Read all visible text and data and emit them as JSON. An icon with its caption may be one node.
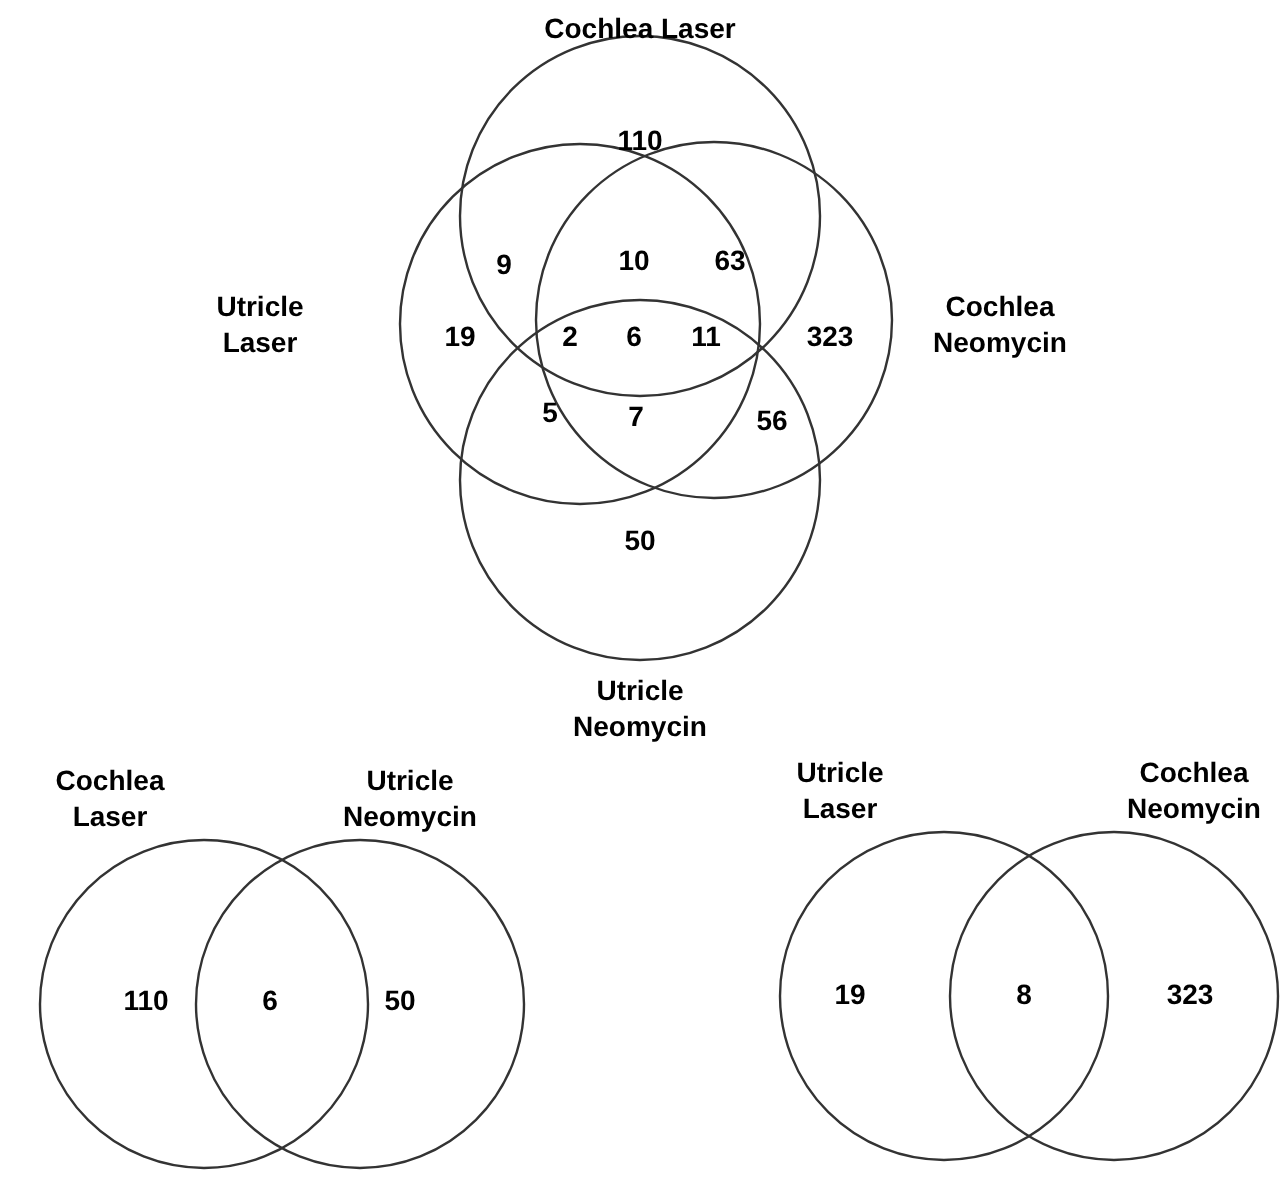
{
  "diagram": {
    "nodes": [
      {
        "text": [
          "Cochlea Laser"
        ]
      },
      {
        "text": [
          "Utricle Laser"
        ]
      },
      {
        "text": [
          "Cochlea Neomycin"
        ]
      },
      {
        "text": [
          "Utricle Neomycin"
        ]
      },
      {
        "text": [
          "Cochlea Laser"
        ]
      },
      {
        "text": [
          "Utricle Neomycin"
        ]
      },
      {
        "text": [
          "Utricle Laser"
        ]
      },
      {
        "text": [
          "Cochlea Neomycin"
        ]
      }
    ],
    "edges": [],
    "labels": [
      "110",
      "9",
      "10",
      "63",
      "19",
      "2",
      "6",
      "11",
      "323",
      "5",
      "7",
      "56",
      "50",
      "110",
      "6",
      "50",
      "19",
      "8",
      "323"
    ]
  }
}
